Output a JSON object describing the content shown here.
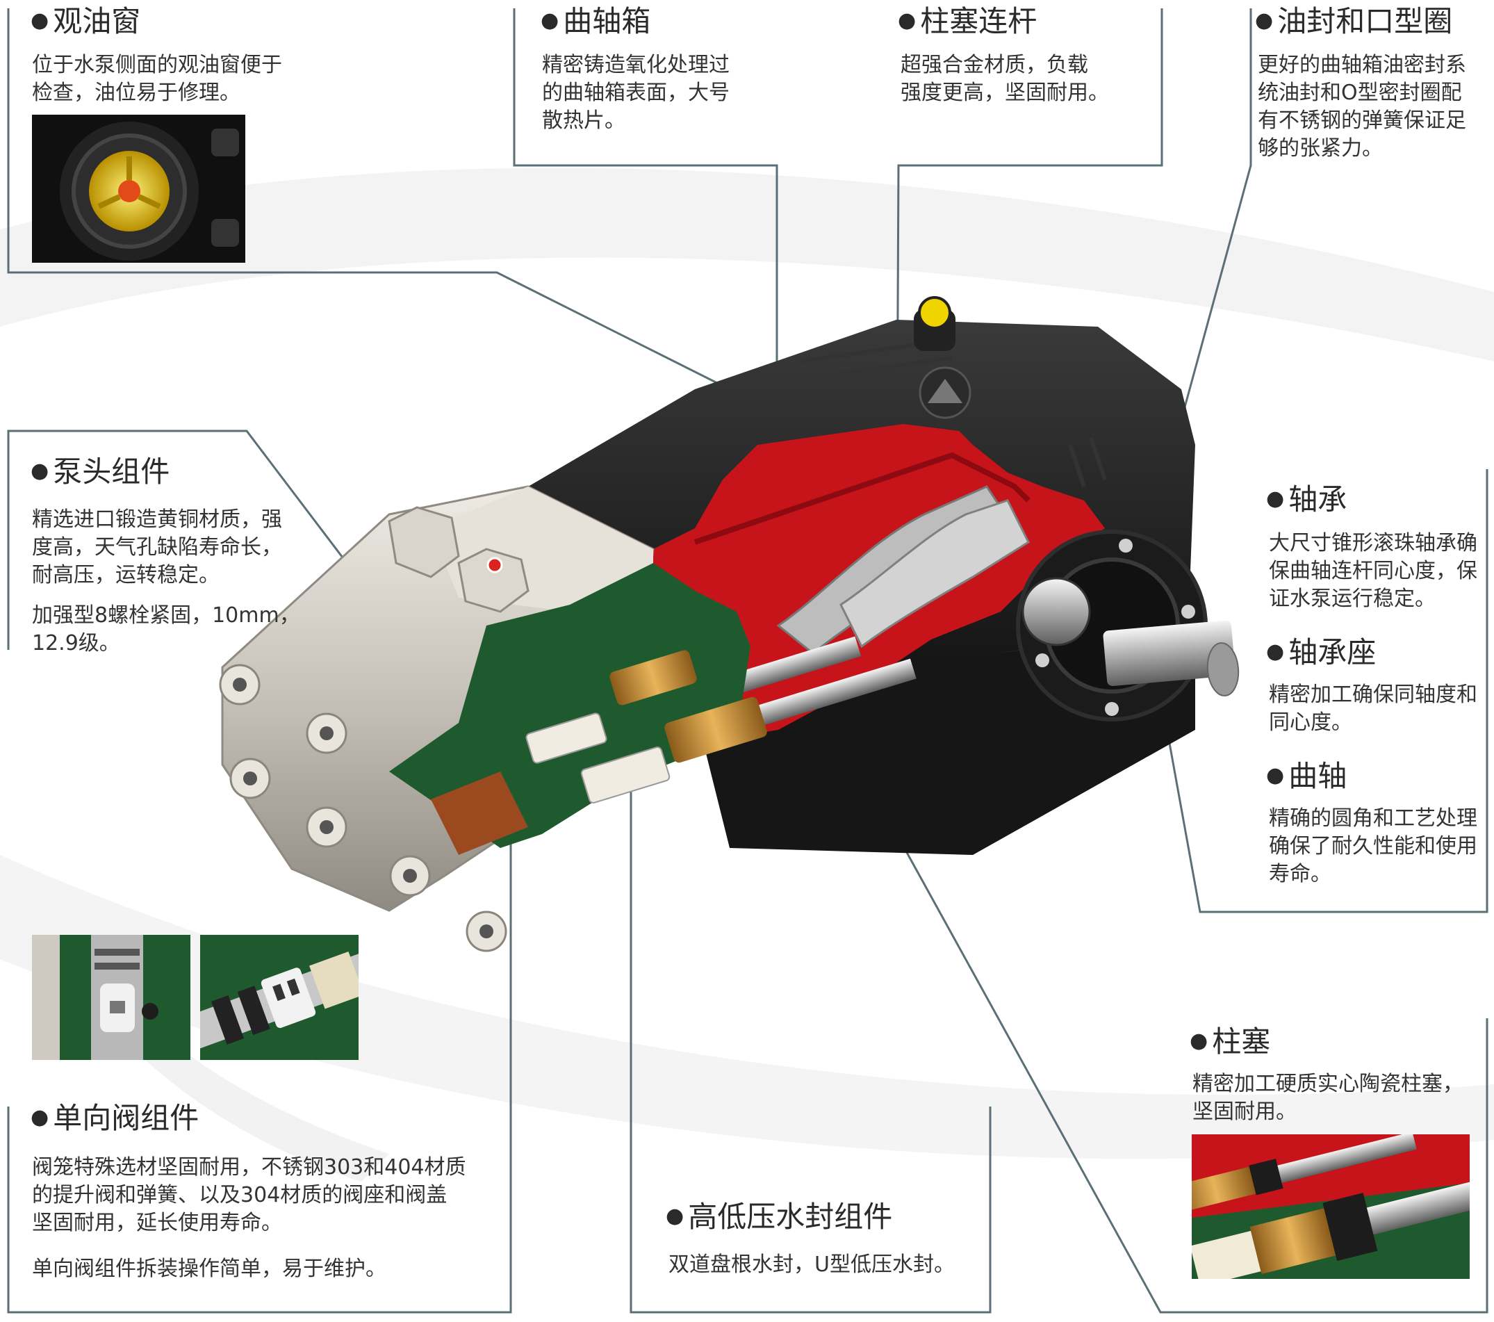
{
  "colors": {
    "frame_line": "#5b6f76",
    "bracket": "#6a7e85",
    "crankcase_black": "#1e1e1e",
    "cutaway_red": "#c7141b",
    "cutaway_green": "#1f5a2e",
    "nickel_silver": "#c9c5bd",
    "text": "#333333"
  },
  "callouts": {
    "oil_window": {
      "title": "观油窗",
      "desc": "位于水泵侧面的观油窗便于\n检查，油位易于修理。"
    },
    "crankcase": {
      "title": "曲轴箱",
      "desc": "精密铸造氧化处理过\n的曲轴箱表面，大号\n散热片。"
    },
    "plunger_rod": {
      "title": "柱塞连杆",
      "desc": "超强合金材质，负载\n强度更高，坚固耐用。"
    },
    "oil_seal": {
      "title": "油封和口型圈",
      "desc": "更好的曲轴箱油密封系\n统油封和O型密封圈配\n有不锈钢的弹簧保证足\n够的张紧力。"
    },
    "pump_head": {
      "title": "泵头组件",
      "desc": "精选进口锻造黄铜材质，强\n度高，天气孔缺陷寿命长，\n耐高压，运转稳定。",
      "desc2": "加强型8螺栓紧固，10mm，\n12.9级。"
    },
    "bearing": {
      "title": "轴承",
      "desc": "大尺寸锥形滚珠轴承确\n保曲轴连杆同心度，保\n证水泵运行稳定。"
    },
    "bearing_seat": {
      "title": "轴承座",
      "desc": "精密加工确保同轴度和\n同心度。"
    },
    "crankshaft": {
      "title": "曲轴",
      "desc": "精确的圆角和工艺处理\n确保了耐久性能和使用\n寿命。"
    },
    "plunger": {
      "title": "柱塞",
      "desc": "精密加工硬质实心陶瓷柱塞，\n坚固耐用。"
    },
    "check_valve": {
      "title": "单向阀组件",
      "desc": "阀笼特殊选材坚固耐用，不锈钢303和404材质\n的提升阀和弹簧、以及304材质的阀座和阀盖\n坚固耐用，延长使用寿命。",
      "desc2": "单向阀组件拆装操作简单，易于维护。"
    },
    "seal": {
      "title": "高低压水封组件",
      "desc": "双道盘根水封，U型低压水封。"
    }
  }
}
